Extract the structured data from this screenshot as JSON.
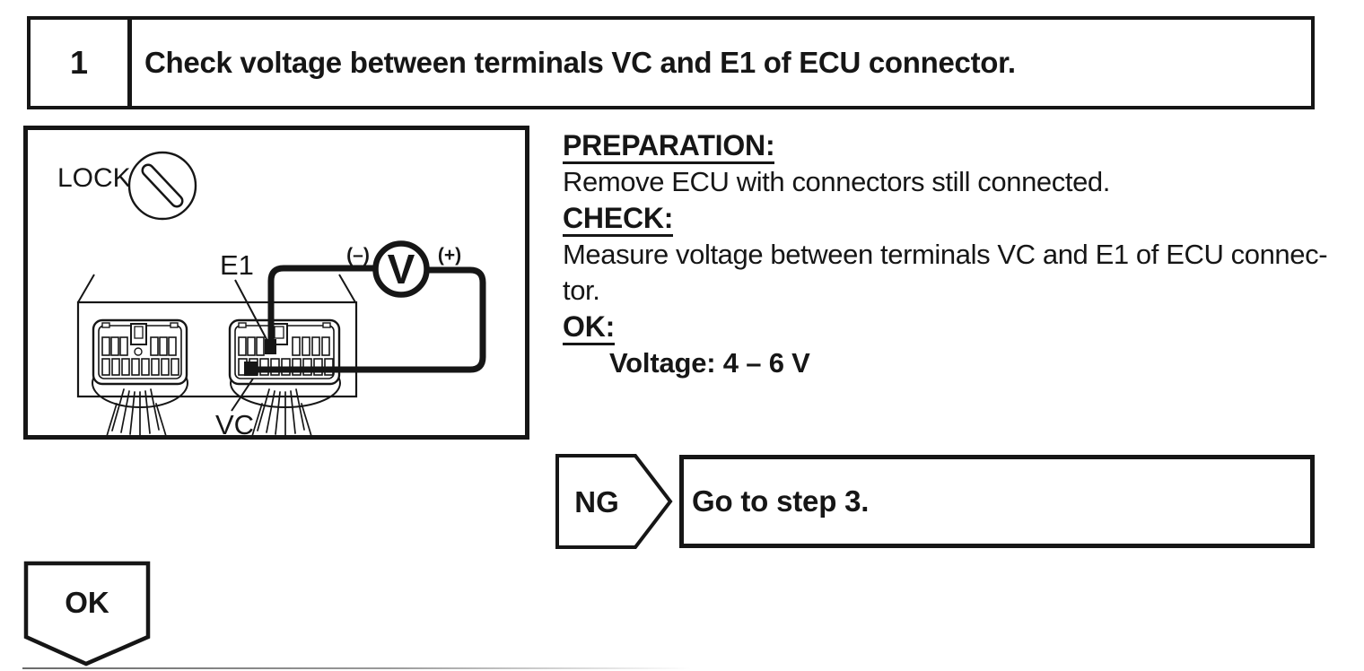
{
  "page": {
    "background": "#ffffff",
    "ink": "#161616"
  },
  "step_header": {
    "number": "1",
    "title": "Check voltage between terminals VC and E1 of ECU connector."
  },
  "figure": {
    "lock_label": "LOCK",
    "meter_letter": "V",
    "meter_minus": "(–)",
    "meter_plus": "(+)",
    "e1_label": "E1",
    "vc_label": "VC"
  },
  "instructions": {
    "preparation_heading": "PREPARATION:",
    "preparation_text": "Remove ECU with connectors still connected.",
    "check_heading": "CHECK:",
    "check_lines": [
      "Measure voltage between terminals VC and E1 of ECU connec-",
      "tor."
    ],
    "ok_heading": "OK:",
    "ok_spec": "Voltage: 4 – 6 V"
  },
  "flow": {
    "ng_label": "NG",
    "ng_action": "Go to step 3.",
    "ok_label": "OK"
  }
}
